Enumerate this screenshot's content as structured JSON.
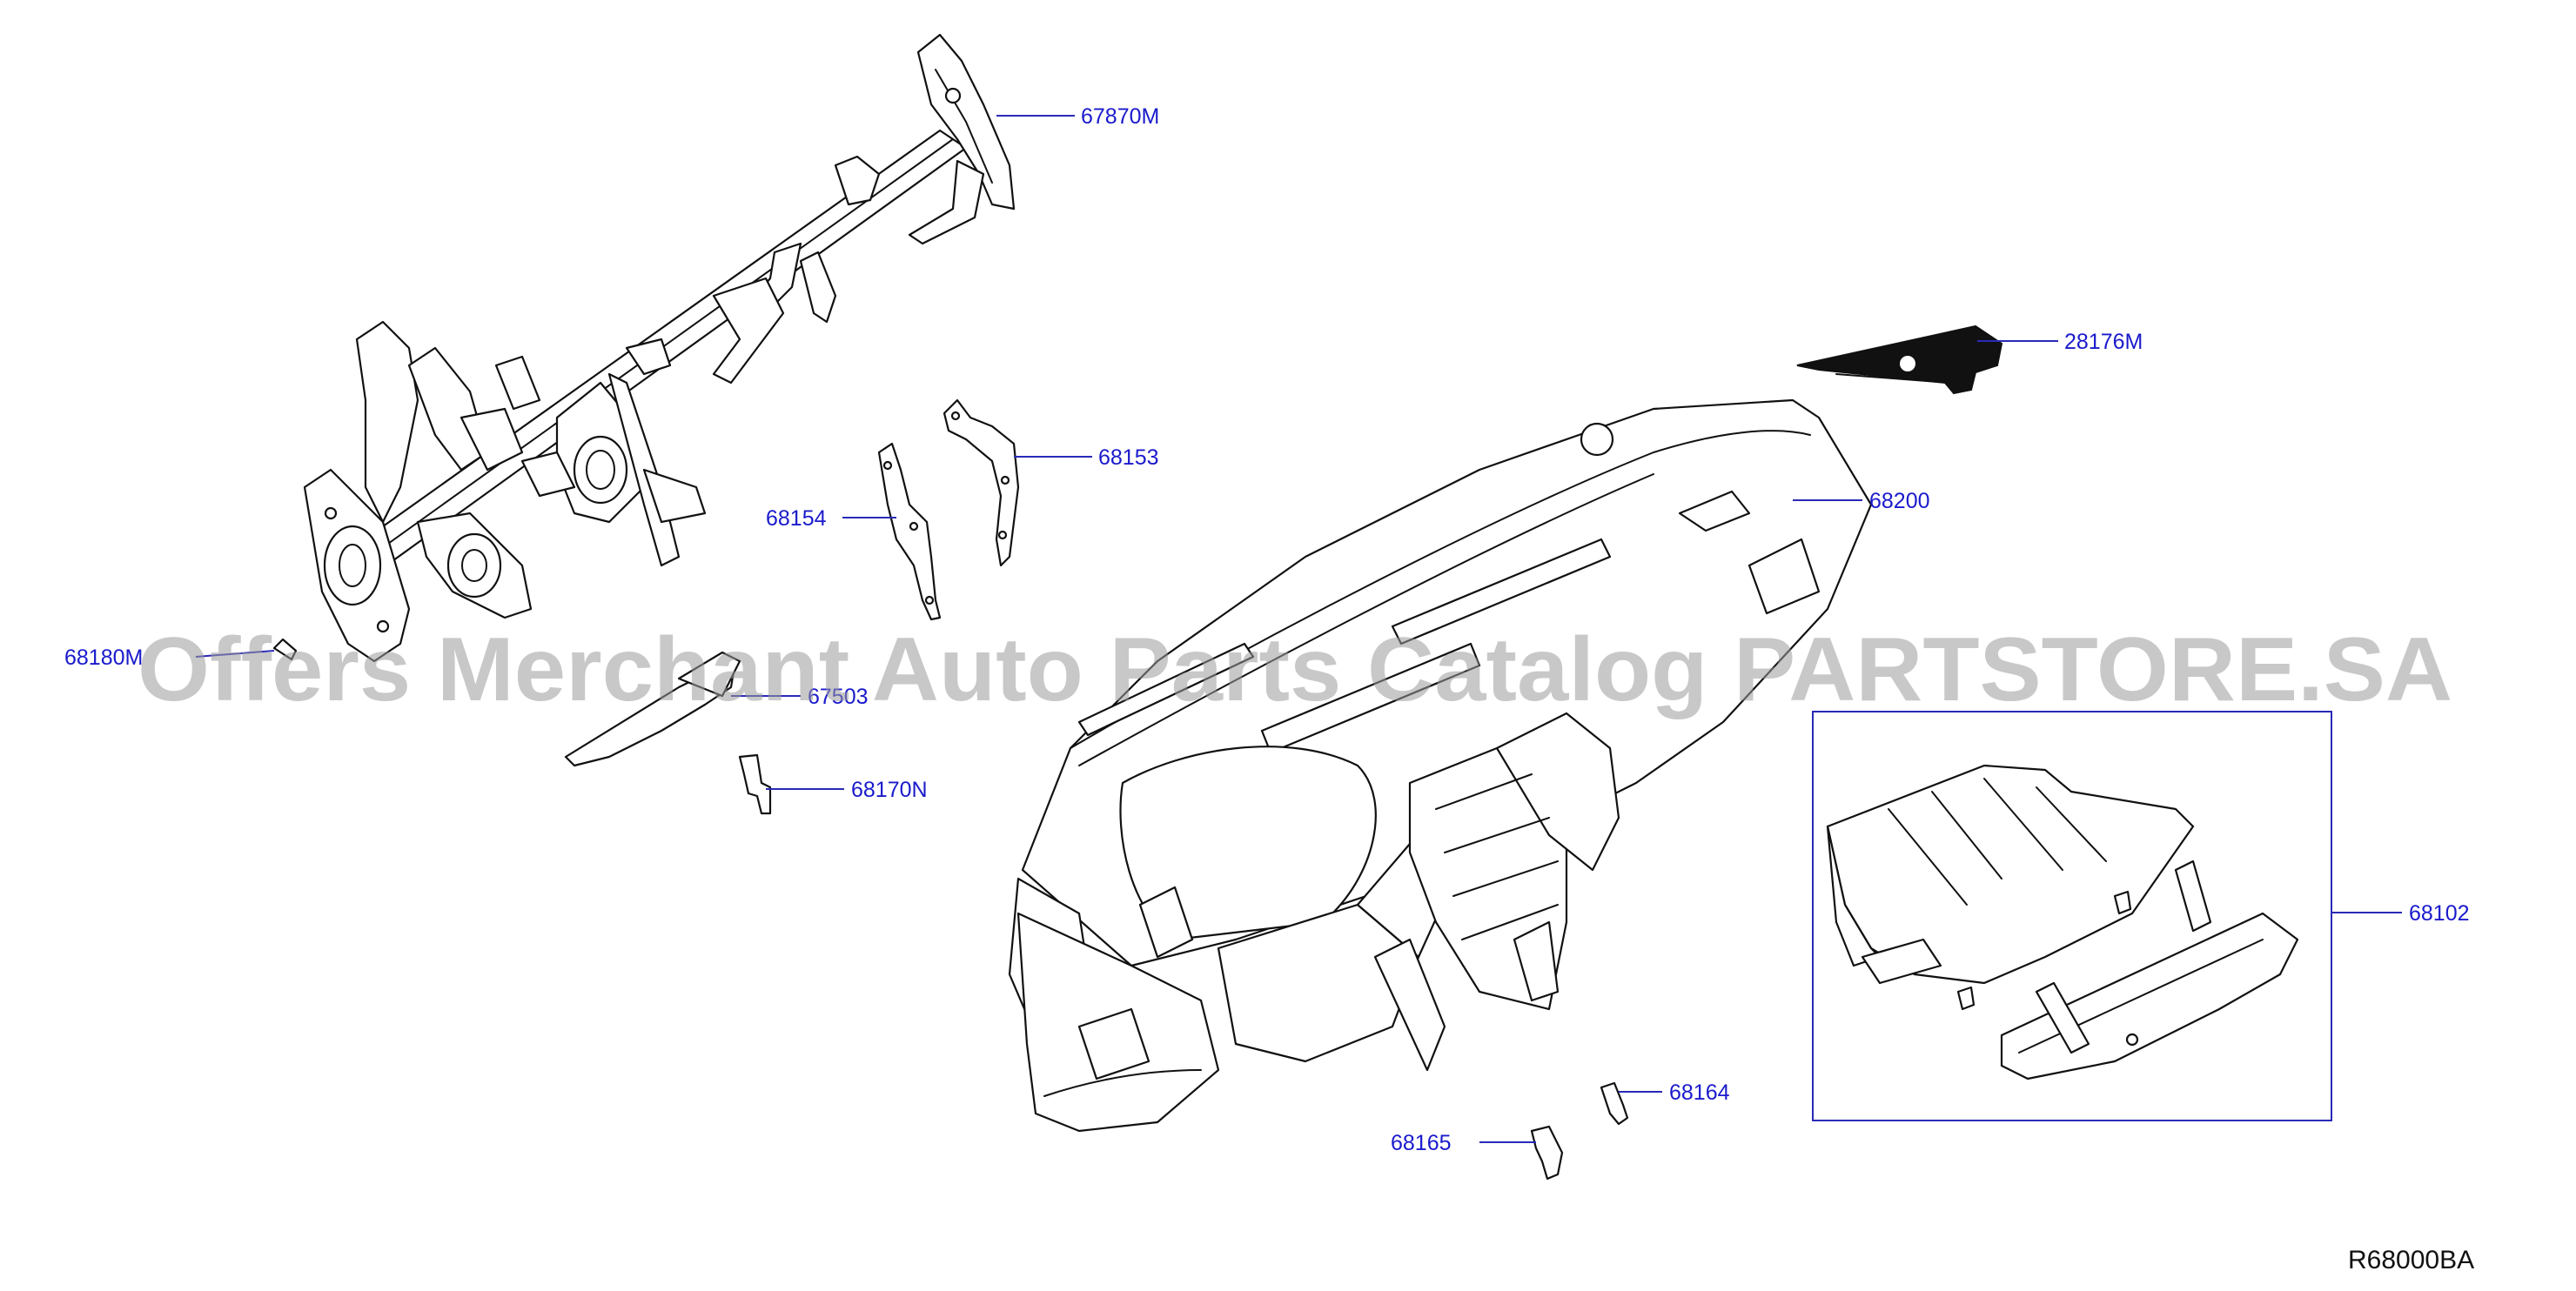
{
  "diagram": {
    "reference_code": "R68000BA",
    "watermark": "Offers Merchant Auto Parts Catalog PARTSTORE.SA",
    "label_color": "#1a1acc",
    "parts": [
      {
        "id": "67870M",
        "name": "steering-member"
      },
      {
        "id": "28176M",
        "name": "dash-panel-mat"
      },
      {
        "id": "68153",
        "name": "bracket-68153"
      },
      {
        "id": "68154",
        "name": "bracket-68154"
      },
      {
        "id": "68200",
        "name": "instrument-panel"
      },
      {
        "id": "68180M",
        "name": "clip-68180m"
      },
      {
        "id": "67503",
        "name": "stay-67503"
      },
      {
        "id": "68170N",
        "name": "bracket-68170n"
      },
      {
        "id": "68102",
        "name": "glove-box"
      },
      {
        "id": "68164",
        "name": "clip-68164"
      },
      {
        "id": "68165",
        "name": "clip-68165"
      }
    ]
  }
}
